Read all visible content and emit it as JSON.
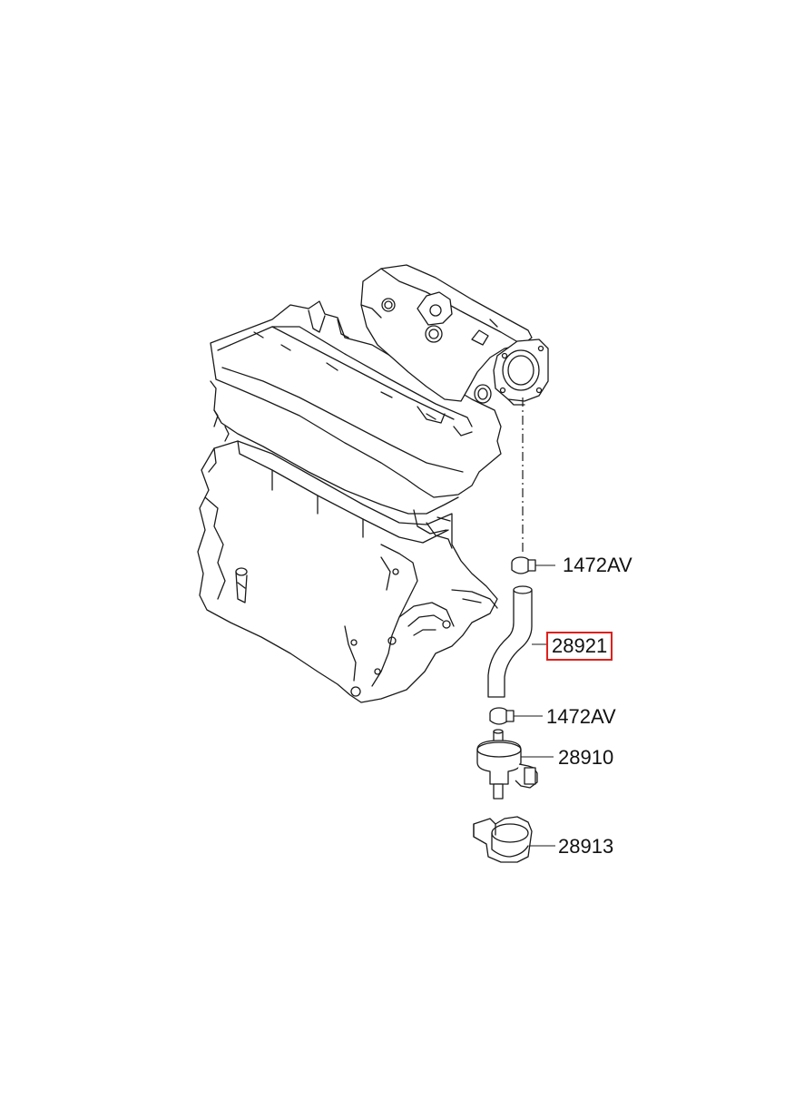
{
  "diagram": {
    "parts": [
      {
        "id": "clamp-upper",
        "label": "1472AV",
        "highlighted": false
      },
      {
        "id": "hose",
        "label": "28921",
        "highlighted": true
      },
      {
        "id": "clamp-lower",
        "label": "1472AV",
        "highlighted": false
      },
      {
        "id": "valve",
        "label": "28910",
        "highlighted": false
      },
      {
        "id": "bracket",
        "label": "28913",
        "highlighted": false
      }
    ],
    "highlight_color": "#e0201c",
    "line_color": "#1a1a1a"
  }
}
